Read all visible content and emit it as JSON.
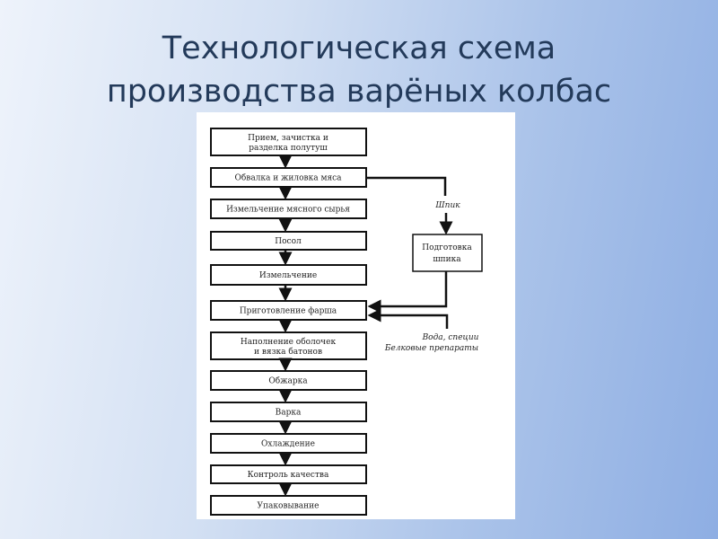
{
  "title": {
    "line1": "Технологическая схема",
    "line2": "производства варёных колбас"
  },
  "diagram": {
    "steps": [
      {
        "line1": "Прием, зачистка и",
        "line2": "разделка полутуш"
      },
      {
        "line1": "Обвалка и жиловка мяса"
      },
      {
        "line1": "Измельчение мясного сырья"
      },
      {
        "line1": "Посол"
      },
      {
        "line1": "Измельчение"
      },
      {
        "line1": "Приготовление фарша"
      },
      {
        "line1": "Наполнение оболочек",
        "line2": "и вязка батонов"
      },
      {
        "line1": "Обжарка"
      },
      {
        "line1": "Варка"
      },
      {
        "line1": "Охлаждение"
      },
      {
        "line1": "Контроль качества"
      },
      {
        "line1": "Упаковывание"
      }
    ],
    "side_label": "Шпик",
    "side_box": {
      "line1": "Подготовка",
      "line2": "шпика"
    },
    "inputs": {
      "line1": "Вода, специи",
      "line2": "Белковые препараты"
    }
  }
}
